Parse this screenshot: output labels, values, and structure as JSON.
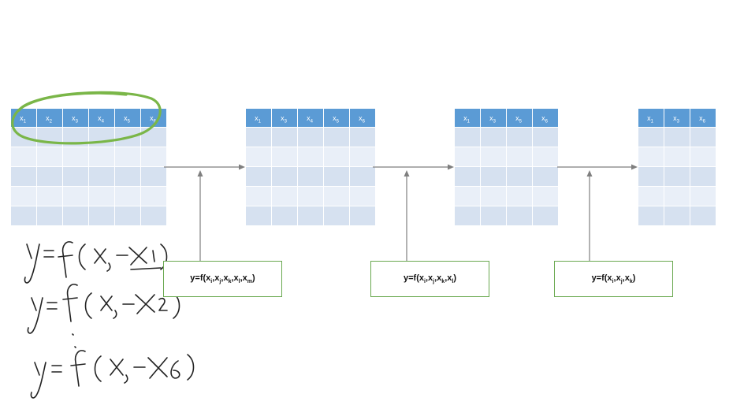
{
  "tables": [
    {
      "id": "t1",
      "columns": [
        "x1",
        "x2",
        "x3",
        "x4",
        "x5",
        "x6"
      ]
    },
    {
      "id": "t2",
      "columns": [
        "x1",
        "x3",
        "x4",
        "x5",
        "x6"
      ]
    },
    {
      "id": "t3",
      "columns": [
        "x1",
        "x3",
        "x5",
        "x6"
      ]
    },
    {
      "id": "t4",
      "columns": [
        "x1",
        "x3",
        "x6"
      ]
    }
  ],
  "formulas": [
    {
      "text": "y=f(xi,xj,xk,xl,xm)",
      "parts": [
        [
          "y=f(x",
          ""
        ],
        [
          "i",
          ","
        ],
        [
          "x",
          ""
        ],
        [
          "j",
          ","
        ],
        [
          "x",
          ""
        ],
        [
          "k",
          ","
        ],
        [
          "x",
          ""
        ],
        [
          "l",
          ","
        ],
        [
          "x",
          ""
        ],
        [
          "m",
          ")"
        ]
      ]
    },
    {
      "text": "y=f(xi,xj,xk,xl)",
      "parts": [
        [
          "y=f(x",
          ""
        ],
        [
          "i",
          ","
        ],
        [
          "x",
          ""
        ],
        [
          "j",
          ","
        ],
        [
          "x",
          ""
        ],
        [
          "k",
          ","
        ],
        [
          "x",
          ""
        ],
        [
          "l",
          ")"
        ]
      ]
    },
    {
      "text": "y=f(xi,xj,xk)",
      "parts": [
        [
          "y=f(x",
          ""
        ],
        [
          "i",
          ","
        ],
        [
          "x",
          ""
        ],
        [
          "j",
          ","
        ],
        [
          "x",
          ""
        ],
        [
          "k",
          ")"
        ]
      ]
    }
  ],
  "handwriting": [
    "y=f(x,-x1)",
    "y=f(x,-x2)",
    "y=f(x,-x6)"
  ],
  "colors": {
    "header": "#5b9bd5",
    "row_dark": "#d6e1f0",
    "row_light": "#e9eff8",
    "arrow": "#7f7f7f",
    "box_border": "#69a84f",
    "highlight": "#7ab648",
    "ink": "#222222"
  }
}
